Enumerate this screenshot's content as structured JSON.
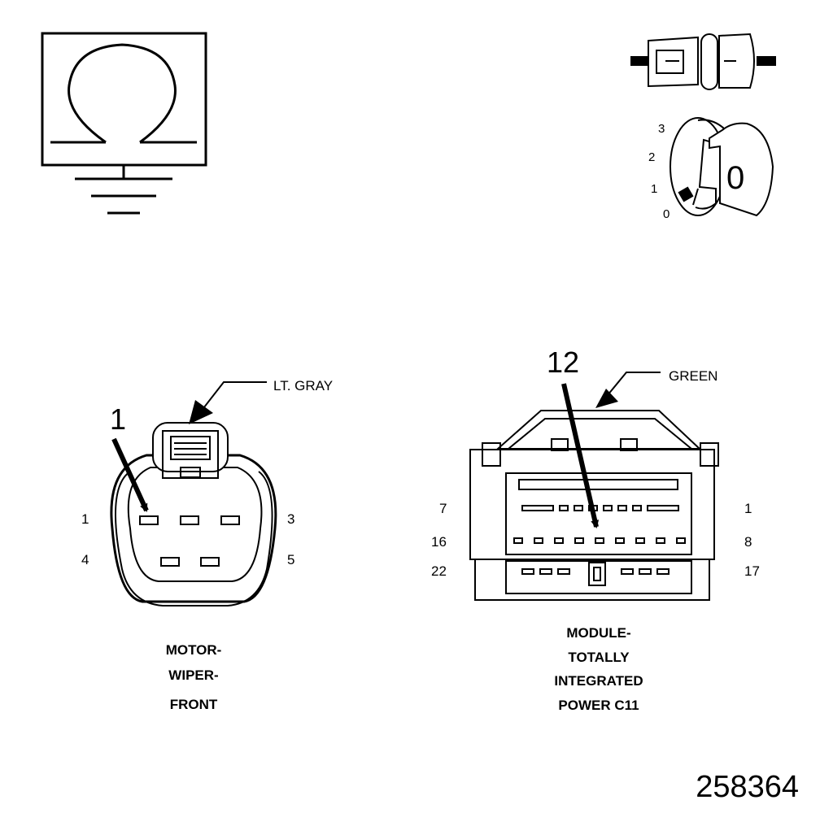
{
  "connector_left": {
    "color_label": "LT. GRAY",
    "callout": "1",
    "pins": {
      "top_left": "1",
      "top_right": "3",
      "bottom_left": "4",
      "bottom_right": "5"
    },
    "name_lines": [
      "MOTOR-",
      "WIPER-",
      "FRONT"
    ]
  },
  "connector_right": {
    "color_label": "GREEN",
    "callout": "12",
    "pins": {
      "row1_left": "7",
      "row1_right": "1",
      "row2_left": "16",
      "row2_right": "8",
      "row3_left": "22",
      "row3_right": "17"
    },
    "name_lines": [
      "MODULE-",
      "TOTALLY",
      "INTEGRATED",
      "POWER C11"
    ]
  },
  "ignition_switch": {
    "positions": [
      "3",
      "2",
      "1",
      "0"
    ],
    "key_label": "0"
  },
  "figure_number": "258364"
}
